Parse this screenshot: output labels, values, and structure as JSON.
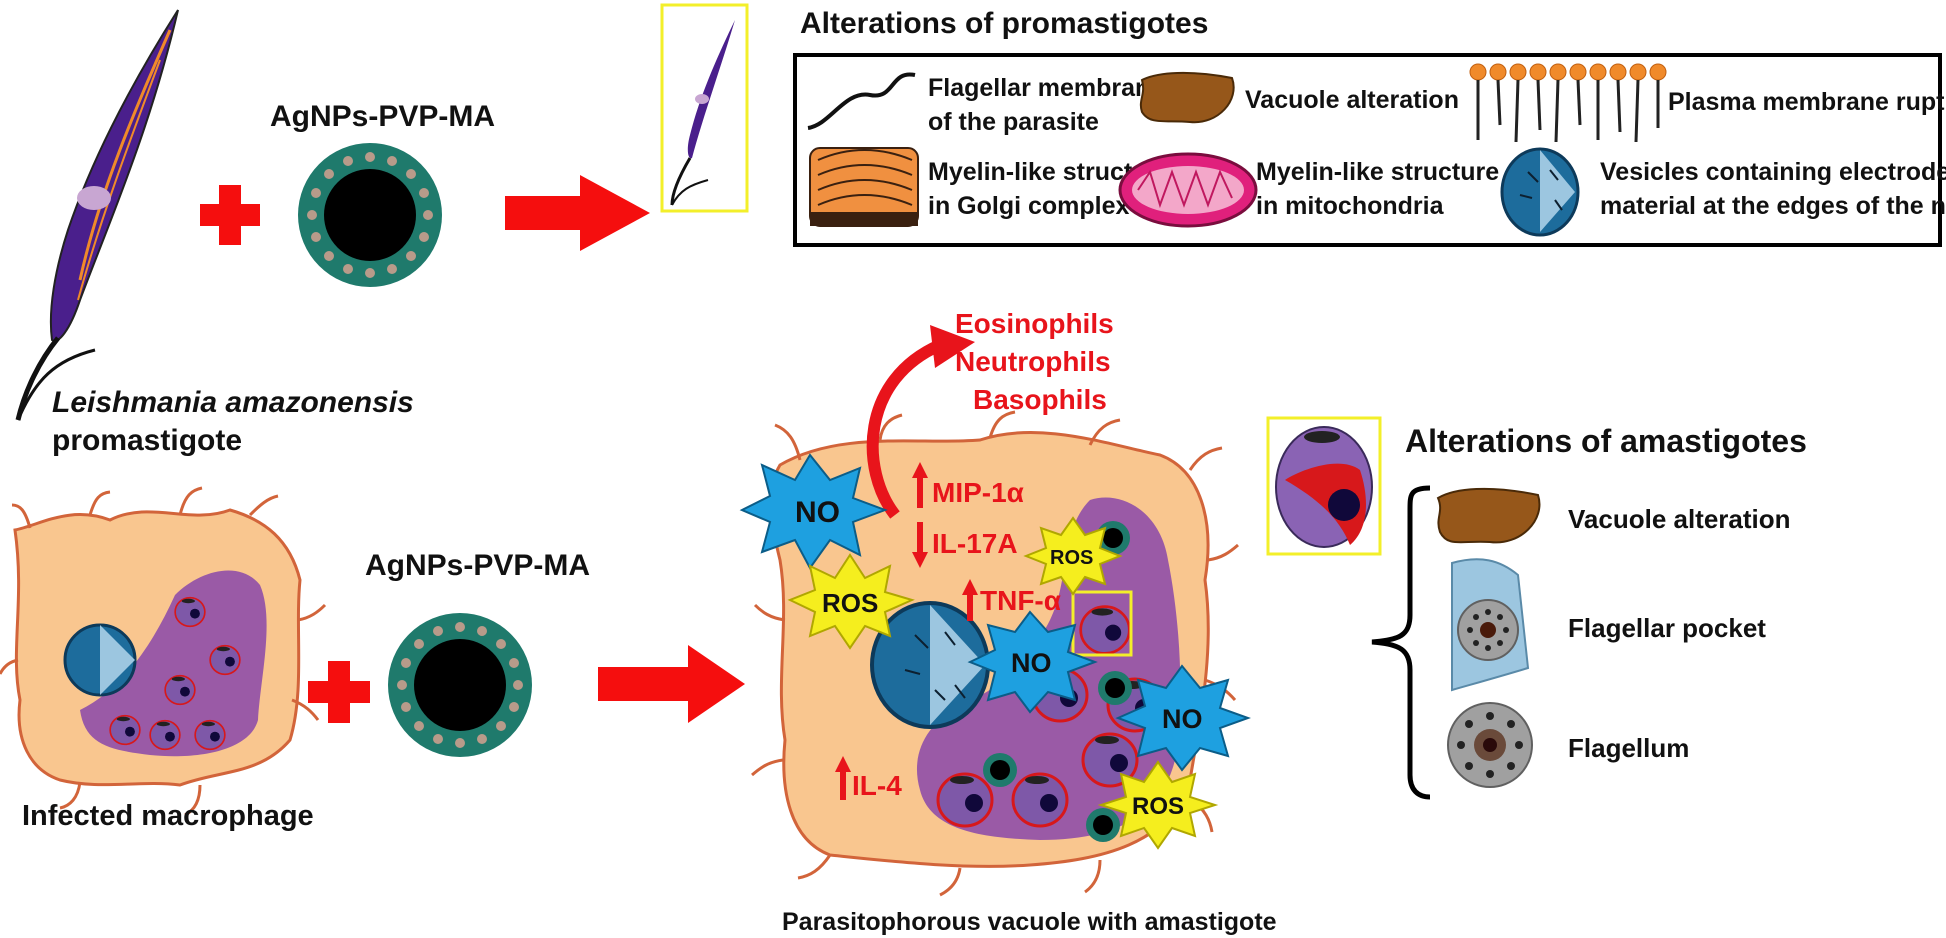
{
  "top_left": {
    "species": "Leishmania amazonensis",
    "stage": "promastigote"
  },
  "nanoparticle_label_top": "AgNPs-PVP-MA",
  "nanoparticle_label_bottom": "AgNPs-PVP-MA",
  "promastigote_panel": {
    "title": "Alterations of promastigotes",
    "items": [
      {
        "icon": "flagellar-membrane-icon",
        "line1": "Flagellar membrane",
        "line2": "of the parasite"
      },
      {
        "icon": "vacuole-icon",
        "line1": "Vacuole alteration",
        "line2": ""
      },
      {
        "icon": "plasma-membrane-icon",
        "line1": "Plasma membrane rupture",
        "line2": ""
      },
      {
        "icon": "golgi-icon",
        "line1": "Myelin-like structure",
        "line2": "in Golgi complex"
      },
      {
        "icon": "mitochondria-icon",
        "line1": "Myelin-like structure",
        "line2": "in mitochondria"
      },
      {
        "icon": "nucleus-vesicles-icon",
        "line1": "Vesicles containing electrodense",
        "line2": "material at the edges of the nuclei"
      }
    ]
  },
  "cells_recruited": [
    "Eosinophils",
    "Neutrophils",
    "Basophils"
  ],
  "cytokines": [
    {
      "name": "MIP-1α",
      "direction": "up"
    },
    {
      "name": "IL-17A",
      "direction": "down"
    },
    {
      "name": "TNF-α",
      "direction": "up"
    },
    {
      "name": "IL-4",
      "direction": "up"
    }
  ],
  "bursts": {
    "no": "NO",
    "ros": "ROS"
  },
  "infected_macrophage_label": "Infected macrophage",
  "vacuole_caption": "Parasitophorous vacuole with amastigote",
  "amastigote_panel": {
    "title": "Alterations of amastigotes",
    "items": [
      {
        "icon": "vacuole-icon",
        "label": "Vacuole alteration"
      },
      {
        "icon": "flagellar-pocket-icon",
        "label": "Flagellar pocket"
      },
      {
        "icon": "flagellum-icon",
        "label": "Flagellum"
      }
    ]
  },
  "colors": {
    "arrow": "#f50e0e",
    "parasite": "#4a1f8c",
    "macrophage": "#f9c68f",
    "macrophage_edge": "#d2643a",
    "vacuole": "#9a5aa6",
    "nanoparticle": "#1f7a6c",
    "burst_no": "#1ea0e0",
    "burst_ros": "#f5ee1e",
    "cytokine_text": "#e8141b",
    "highlight_box": "#f3ef2a"
  }
}
